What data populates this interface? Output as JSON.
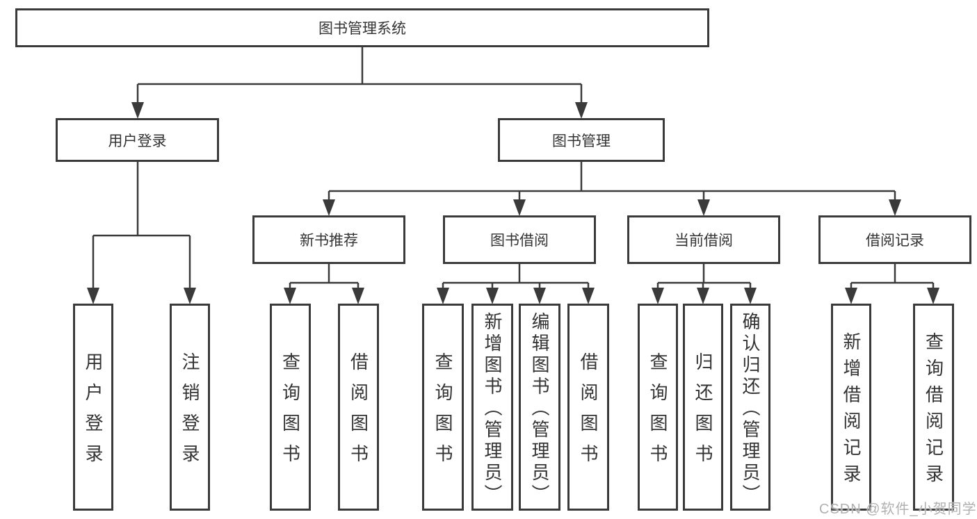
{
  "diagram": {
    "root": {
      "label": "图书管理系统"
    },
    "branches": [
      {
        "label": "用户登录",
        "children": [
          {
            "label": "用户登录"
          },
          {
            "label": "注销登录"
          }
        ]
      },
      {
        "label": "图书管理",
        "children": [
          {
            "label": "新书推荐",
            "children": [
              {
                "label": "查询图书"
              },
              {
                "label": "借阅图书"
              }
            ]
          },
          {
            "label": "图书借阅",
            "children": [
              {
                "label": "查询图书"
              },
              {
                "label": "新增图书（管理员）"
              },
              {
                "label": "编辑图书（管理员）"
              },
              {
                "label": "借阅图书"
              }
            ]
          },
          {
            "label": "当前借阅",
            "children": [
              {
                "label": "查询图书"
              },
              {
                "label": "归还图书"
              },
              {
                "label": "确认归还（管理员）"
              }
            ]
          },
          {
            "label": "借阅记录",
            "children": [
              {
                "label": "新增借阅记录"
              },
              {
                "label": "查询借阅记录"
              }
            ]
          }
        ]
      }
    ]
  },
  "watermark": {
    "text": "CSDN @软件_小贺同学"
  },
  "colors": {
    "line": "#3a3a3a",
    "text": "#333333",
    "watermark": "#b0b0b0",
    "background": "#ffffff"
  }
}
